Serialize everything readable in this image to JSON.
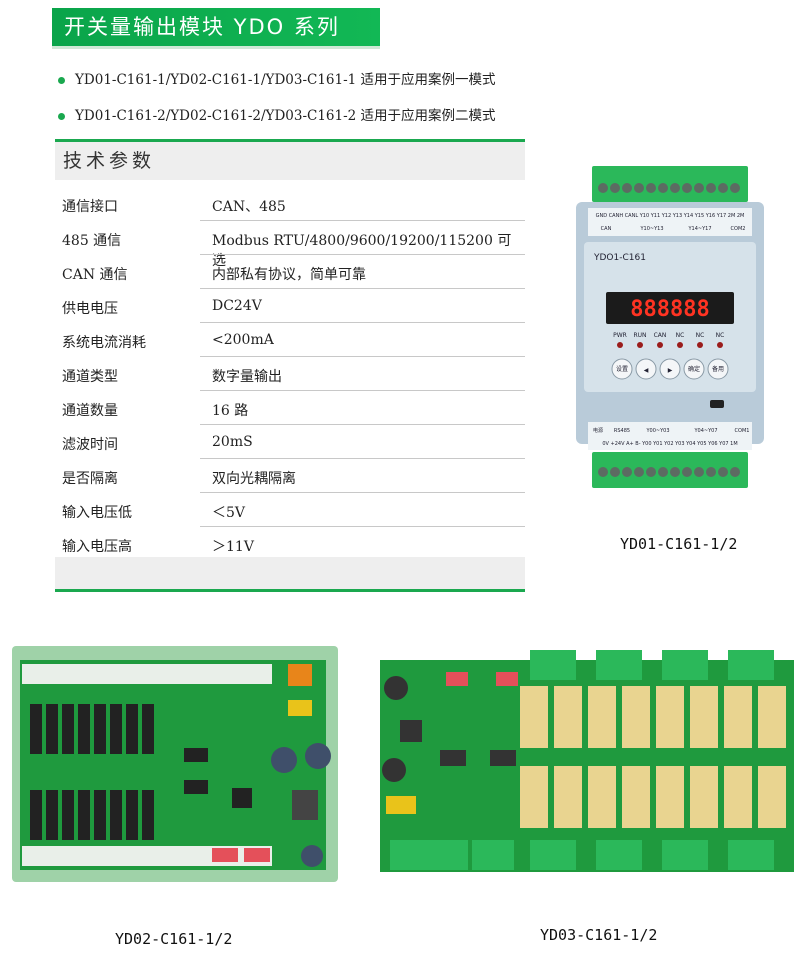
{
  "banner": {
    "title": "开关量输出模块 YDO 系列"
  },
  "bullets": [
    "YD01-C161-1/YD02-C161-1/YD03-C161-1 适用于应用案例一模式",
    "YD01-C161-2/YD02-C161-2/YD03-C161-2 适用于应用案例二模式"
  ],
  "spec": {
    "header": "技术参数",
    "rows": [
      {
        "label": "通信接口",
        "value": "CAN、485"
      },
      {
        "label": "485 通信",
        "value": "Modbus RTU/4800/9600/19200/115200 可选"
      },
      {
        "label": "CAN 通信",
        "value": "内部私有协议，简单可靠"
      },
      {
        "label": "供电电压",
        "value": "DC24V"
      },
      {
        "label": "系统电流消耗",
        "value": "<200mA"
      },
      {
        "label": "通道类型",
        "value": "数字量输出"
      },
      {
        "label": "通道数量",
        "value": "16 路"
      },
      {
        "label": "滤波时间",
        "value": "20mS"
      },
      {
        "label": "是否隔离",
        "value": "双向光耦隔离"
      },
      {
        "label": "输入电压低",
        "value": "＜5V"
      },
      {
        "label": "输入电压高",
        "value": "＞11V"
      }
    ]
  },
  "products": {
    "p1": {
      "caption": "YD01-C161-1/2",
      "device_label": "YDO1-C161",
      "display": "888888",
      "top_labels": "GND CANH CANL Y10 Y11 Y12 Y13 Y14 Y15 Y16 Y17 2M 2M",
      "top_groups": [
        "CAN",
        "Y10~Y13",
        "Y14~Y17",
        "COM2"
      ],
      "bottom_labels": "0V +24V A+ B- Y00 Y01 Y02 Y03 Y04 Y05 Y06 Y07 1M",
      "bottom_groups": [
        "电源",
        "RS485",
        "Y00~Y03",
        "Y04~Y07",
        "COM1"
      ],
      "leds": [
        "PWR",
        "RUN",
        "CAN",
        "NC",
        "NC",
        "NC"
      ],
      "buttons": [
        "设置",
        "◀",
        "▶",
        "确定",
        "备用"
      ]
    },
    "p2": {
      "caption": "YD02-C161-1/2"
    },
    "p3": {
      "caption": "YD03-C161-1/2"
    }
  },
  "colors": {
    "accent": "#1aa84f",
    "pcb": "#1f9a3e",
    "rail": "#9fd2a8",
    "terminal": "#2bb85a"
  }
}
